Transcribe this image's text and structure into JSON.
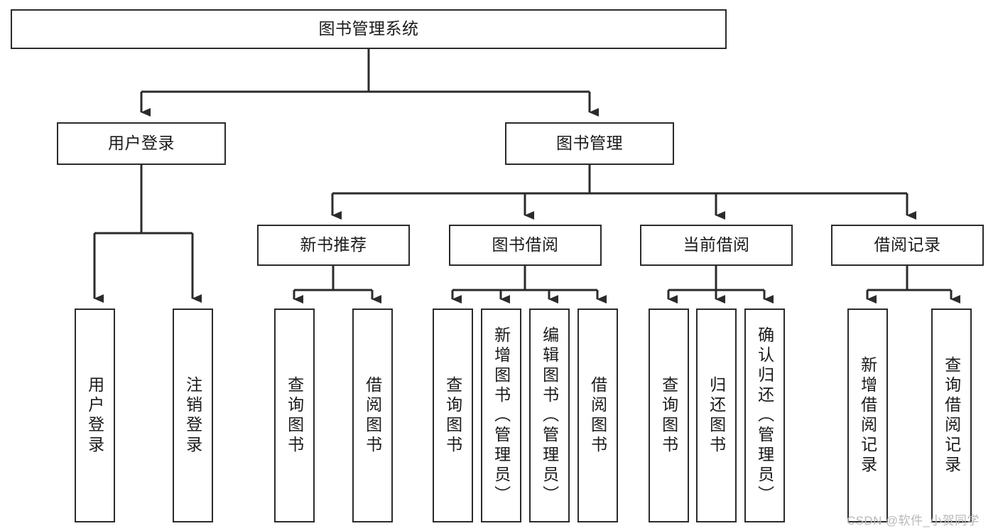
{
  "diagram": {
    "title": "图书管理系统",
    "type": "tree-hierarchy",
    "watermark": "CSDN @软件_小贺同学",
    "style": {
      "background": "#ffffff",
      "box_border": "#2b2b2b",
      "box_fill": "#ffffff",
      "edge_color": "#2b2b2b",
      "text_color": "#1a1a1a",
      "watermark_color": "#b9b9b9"
    },
    "nodes": {
      "root": {
        "label": "图书管理系统"
      },
      "level1": [
        {
          "id": "user-login",
          "label": "用户登录"
        },
        {
          "id": "book-manage",
          "label": "图书管理"
        }
      ],
      "level2": [
        {
          "id": "new-book-recommend",
          "label": "新书推荐"
        },
        {
          "id": "book-borrow",
          "label": "图书借阅"
        },
        {
          "id": "current-borrow",
          "label": "当前借阅"
        },
        {
          "id": "borrow-record",
          "label": "借阅记录"
        }
      ],
      "leaves": {
        "user-login": [
          {
            "id": "leaf-user-login",
            "label": "用户登录"
          },
          {
            "id": "leaf-logout-login",
            "label": "注销登录"
          }
        ],
        "new-book-recommend": [
          {
            "id": "leaf-query-book-1",
            "label": "查询图书"
          },
          {
            "id": "leaf-borrow-book-1",
            "label": "借阅图书"
          }
        ],
        "book-borrow": [
          {
            "id": "leaf-query-book-2",
            "label": "查询图书"
          },
          {
            "id": "leaf-add-book",
            "label": "新增图书（管理员）"
          },
          {
            "id": "leaf-edit-book",
            "label": "编辑图书（管理员）"
          },
          {
            "id": "leaf-borrow-book-2",
            "label": "借阅图书"
          }
        ],
        "current-borrow": [
          {
            "id": "leaf-query-book-3",
            "label": "查询图书"
          },
          {
            "id": "leaf-return-book",
            "label": "归还图书"
          },
          {
            "id": "leaf-confirm-return",
            "label": "确认归还（管理员）"
          }
        ],
        "borrow-record": [
          {
            "id": "leaf-add-record",
            "label": "新增借阅记录"
          },
          {
            "id": "leaf-query-record",
            "label": "查询借阅记录"
          }
        ]
      }
    }
  }
}
